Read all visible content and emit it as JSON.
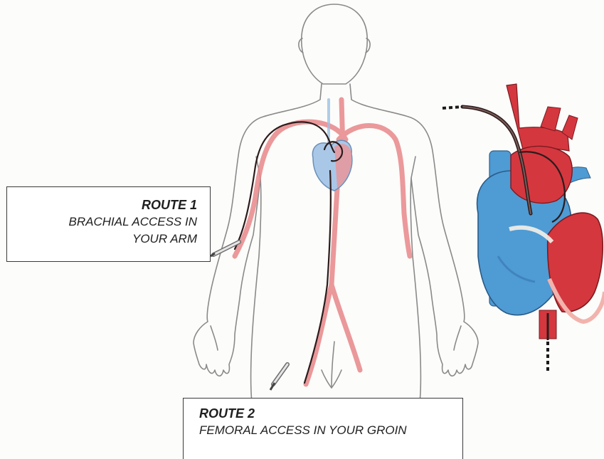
{
  "routes": [
    {
      "title": "ROUTE 1",
      "description": "BRACHIAL ACCESS IN YOUR ARM"
    },
    {
      "title": "ROUTE 2",
      "description": "FEMORAL ACCESS IN YOUR GROIN"
    }
  ],
  "colors": {
    "artery": "#e8878a",
    "vein": "#9bc0e4",
    "catheter": "#2c1c1c",
    "outline": "#7a7a7a",
    "heart_red": "#d5373f",
    "heart_blue": "#4f9bd4"
  },
  "figures": {
    "body": "human-body-outline",
    "heart": "heart-illustration"
  }
}
